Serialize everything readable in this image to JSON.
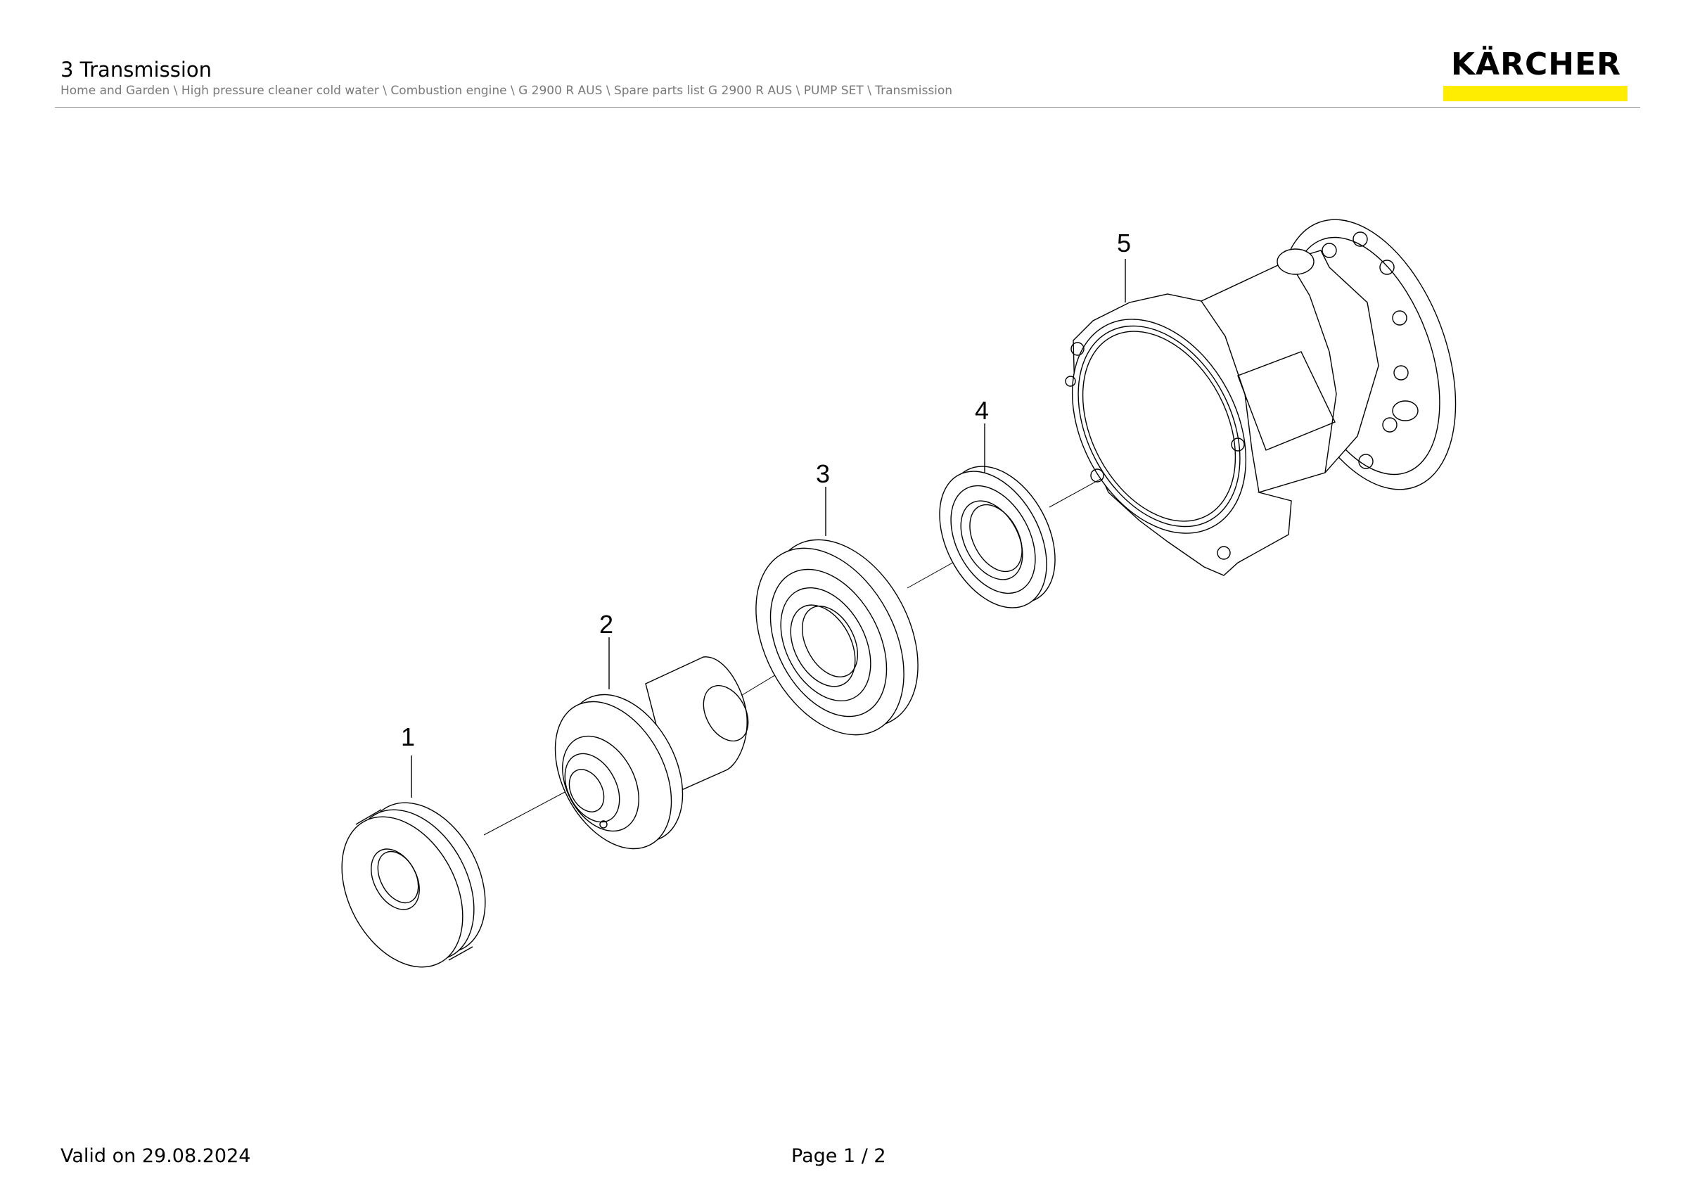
{
  "header": {
    "title": "3 Transmission",
    "breadcrumb": "Home and Garden \\ High pressure cleaner cold water \\ Combustion engine \\ G 2900 R AUS \\ Spare parts list G 2900 R AUS \\ PUMP SET \\ Transmission"
  },
  "logo": {
    "text": "KÄRCHER",
    "bar_color": "#ffed00"
  },
  "diagram": {
    "parts": [
      {
        "label": "1"
      },
      {
        "label": "2"
      },
      {
        "label": "3"
      },
      {
        "label": "4"
      },
      {
        "label": "5"
      }
    ]
  },
  "footer": {
    "valid": "Valid on 29.08.2024",
    "page": "Page 1 / 2"
  }
}
